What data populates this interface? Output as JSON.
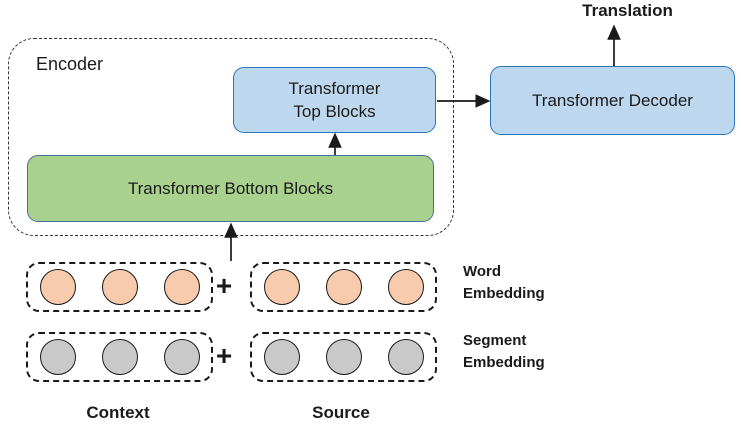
{
  "colors": {
    "blue_fill": "#BDD7EE",
    "blue_border": "#2E75B6",
    "green_fill": "#A9D18E",
    "green_border": "#41719C",
    "word_circle_fill": "#F8CBAD",
    "segment_circle_fill": "#C9C9C9",
    "line_color": "#1a1a1a"
  },
  "diagram": {
    "translation_label": "Translation",
    "encoder_label": "Encoder",
    "top_blocks_line1": "Transformer",
    "top_blocks_line2": "Top Blocks",
    "bottom_blocks_label": "Transformer Bottom Blocks",
    "decoder_label": "Transformer Decoder",
    "plus_sign": "+",
    "word_embedding_line1": "Word",
    "word_embedding_line2": "Embedding",
    "segment_embedding_line1": "Segment",
    "segment_embedding_line2": "Embedding",
    "context_label": "Context",
    "source_label": "Source"
  }
}
